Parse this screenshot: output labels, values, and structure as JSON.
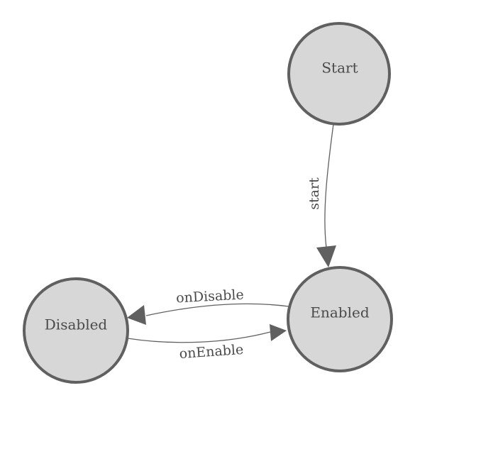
{
  "diagram": {
    "kind": "finite-state-machine",
    "background": "#ffffff",
    "nodes": [
      {
        "id": "start",
        "label": "Start"
      },
      {
        "id": "enabled",
        "label": "Enabled"
      },
      {
        "id": "disabled",
        "label": "Disabled"
      }
    ],
    "edges": [
      {
        "from": "start",
        "to": "enabled",
        "label": "start"
      },
      {
        "from": "enabled",
        "to": "disabled",
        "label": "onDisable"
      },
      {
        "from": "disabled",
        "to": "enabled",
        "label": "onEnable"
      }
    ]
  },
  "colors": {
    "node_fill": "#d7d7d7",
    "node_stroke": "#606060",
    "edge_stroke": "#606060",
    "arrow_fill": "#606060",
    "label_color": "#4a4a4a"
  }
}
